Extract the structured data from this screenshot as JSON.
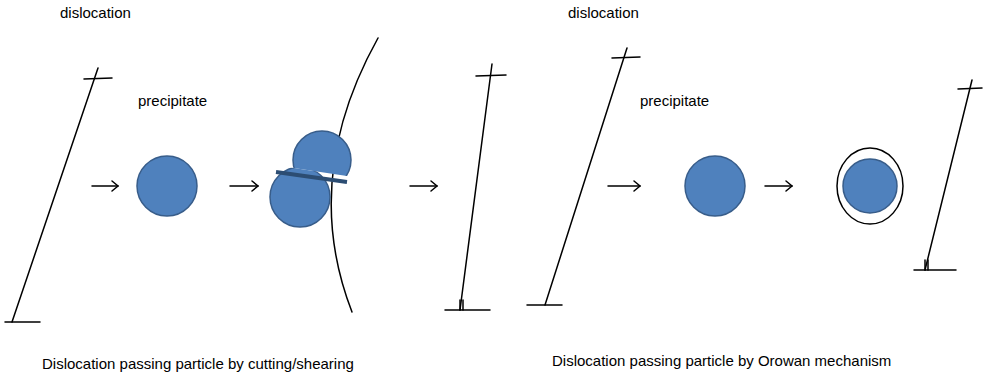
{
  "diagram": {
    "labels": [
      "dislocation",
      "precipitate",
      "Dislocation passing particle by cutting/shearing",
      "dislocation",
      "precipitate",
      "Dislocation passing particle by Orowan mechanism"
    ]
  }
}
